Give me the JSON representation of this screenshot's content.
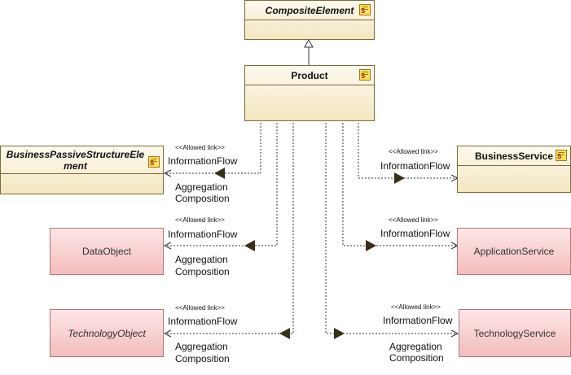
{
  "classes": {
    "composite": "CompositeElement",
    "product": "Product",
    "bpse": "BusinessPassiveStructureElement",
    "business_service": "BusinessService"
  },
  "targets": {
    "data_object": "DataObject",
    "technology_object": "TechnologyObject",
    "application_service": "ApplicationService",
    "technology_service": "TechnologyService"
  },
  "stereotype_icon_letter": "S",
  "links": {
    "allowed": "<<Allowed link>>",
    "information_flow": "InformationFlow",
    "aggregation": "Aggregation",
    "composition": "Composition"
  },
  "colors": {
    "class_fill": "#f3e6c0",
    "class_border": "#7a6a3c",
    "target_fill": "#f4bcbc",
    "target_border": "#b07a7a",
    "line": "#333333"
  }
}
